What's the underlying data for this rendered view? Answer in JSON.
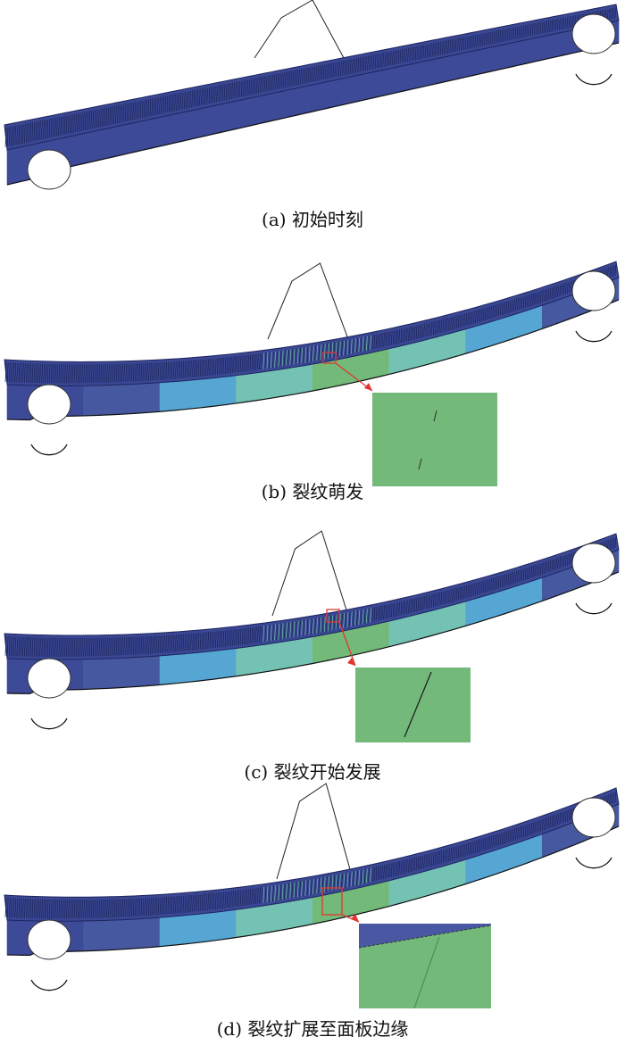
{
  "figure": {
    "panels": [
      {
        "caption": "(a) 初始时刻",
        "state": "initial",
        "bands": [
          "#3d4a98",
          "#3d4a98",
          "#3d4a98",
          "#3d4a98",
          "#3d4a98",
          "#3d4a98",
          "#3d4a98",
          "#3d4a98"
        ],
        "inset": null
      },
      {
        "caption": "(b) 裂纹萌发",
        "state": "crack-initiation",
        "bands": [
          "#3d4a98",
          "#46589f",
          "#56a6d4",
          "#74c2b3",
          "#72b97a",
          "#74c2b3",
          "#56a6d4",
          "#46589f"
        ],
        "inset": "two-short-cracks"
      },
      {
        "caption": "(c) 裂纹开始发展",
        "state": "crack-growth",
        "bands": [
          "#3d4a98",
          "#46589f",
          "#56a6d4",
          "#74c2b3",
          "#72b97a",
          "#74c2b3",
          "#56a6d4",
          "#46589f"
        ],
        "inset": "long-crack"
      },
      {
        "caption": "(d) 裂纹扩展至面板边缘",
        "state": "crack-to-panel-edge",
        "bands": [
          "#3d4a98",
          "#46589f",
          "#56a6d4",
          "#74c2b3",
          "#72b97a",
          "#74c2b3",
          "#56a6d4",
          "#46589f"
        ],
        "inset": "crack-at-edge"
      }
    ],
    "colors": {
      "beam_top": "#3a4793",
      "inset_green": "#72b97a",
      "marker_red": "#e0382e"
    }
  }
}
